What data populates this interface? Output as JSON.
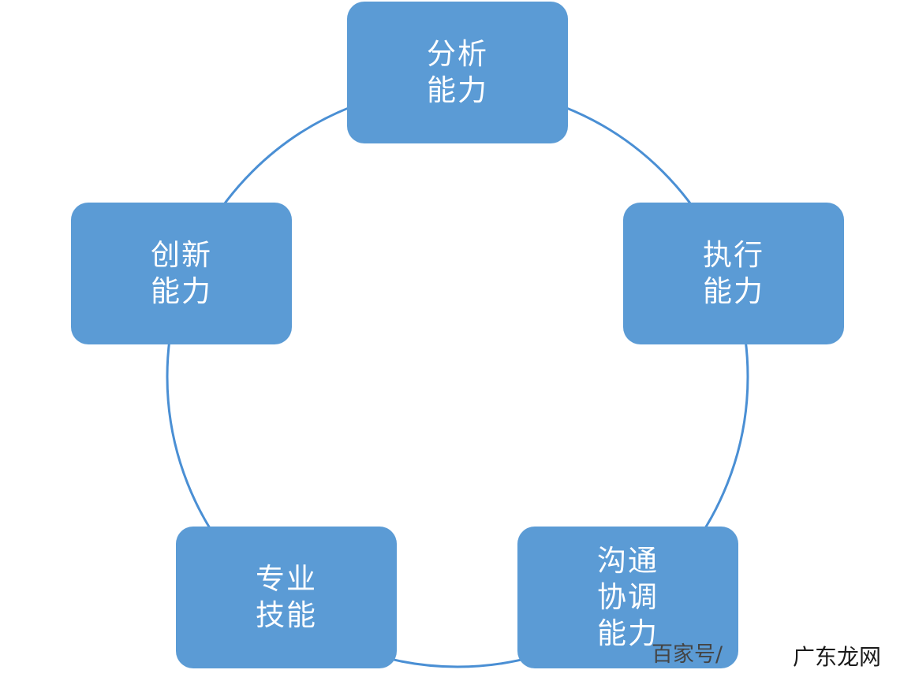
{
  "diagram": {
    "type": "cycle",
    "nodes": [
      {
        "id": "analysis",
        "lines": [
          "分析",
          "能力"
        ]
      },
      {
        "id": "execution",
        "lines": [
          "执行",
          "能力"
        ]
      },
      {
        "id": "communication",
        "lines": [
          "沟通",
          "协调",
          "能力"
        ]
      },
      {
        "id": "professional",
        "lines": [
          "专业",
          "技能"
        ]
      },
      {
        "id": "innovation",
        "lines": [
          "创新",
          "能力"
        ]
      }
    ],
    "node_color": "#5b9bd5",
    "text_color": "#ffffff",
    "connector_color": "#4a8fd4"
  },
  "watermarks": {
    "baijiahao": "百家号/",
    "guangdonglong": "广东龙网"
  }
}
